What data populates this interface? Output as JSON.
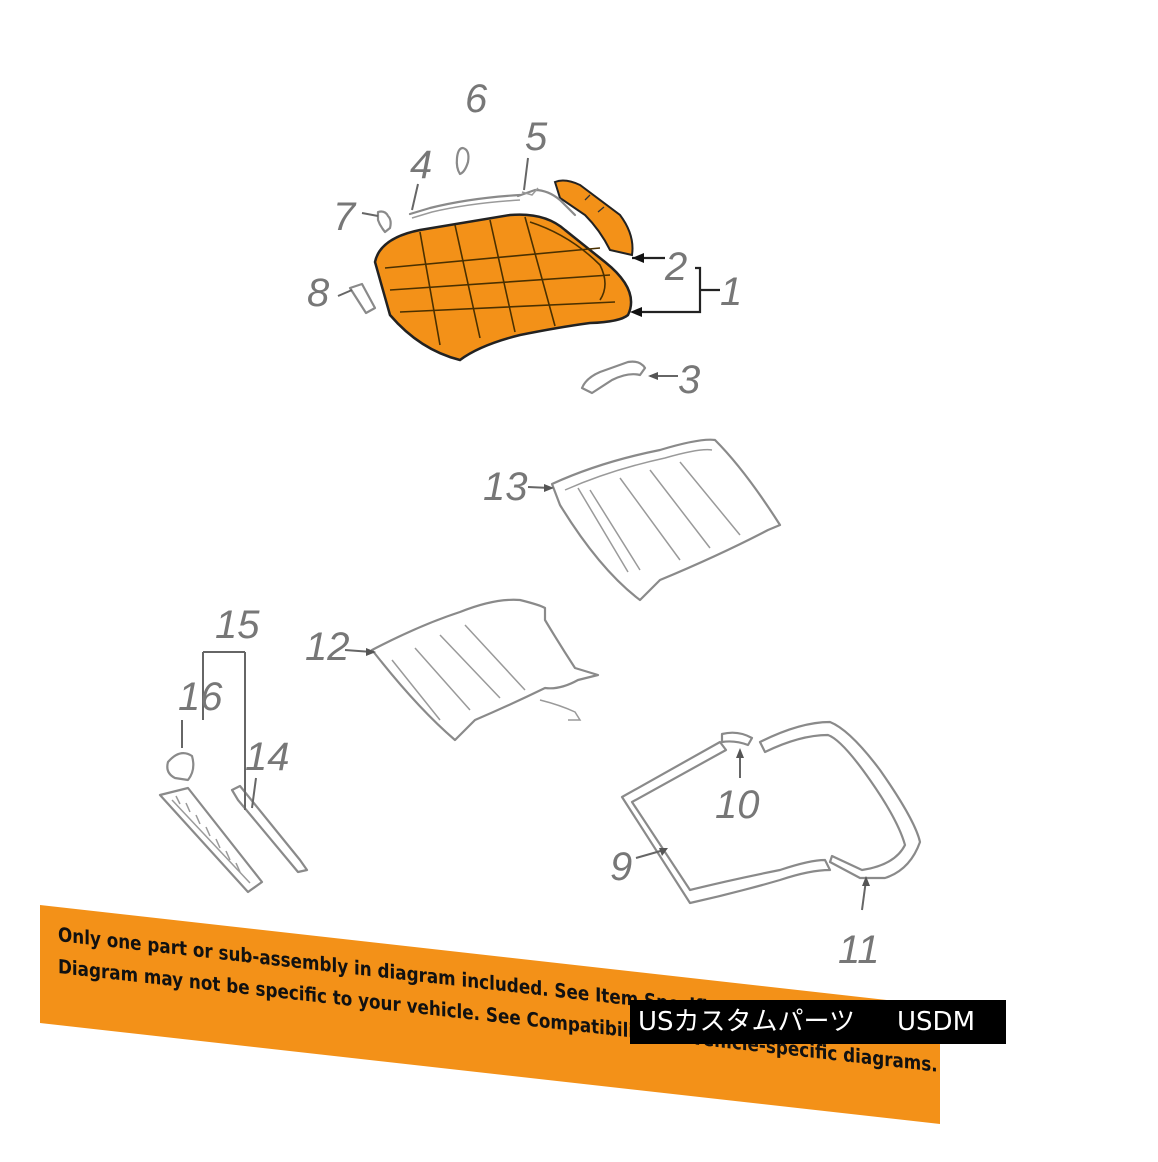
{
  "callouts": {
    "c1": "1",
    "c2": "2",
    "c3": "3",
    "c4": "4",
    "c5": "5",
    "c6": "6",
    "c7": "7",
    "c8": "8",
    "c9": "9",
    "c10": "10",
    "c11": "11",
    "c12": "12",
    "c13": "13",
    "c14": "14",
    "c15": "15",
    "c16": "16"
  },
  "banner": {
    "line1": "Only one part or sub-assembly in diagram included. See Item Specifics for Reference #.",
    "line2": "Diagram may not be specific to your vehicle. See Compatibility for vehicle-specific diagrams."
  },
  "watermark": {
    "left": "USカスタムパーツ",
    "right": "USDM"
  },
  "colors": {
    "highlight": "#f39118",
    "line": "#8a8a8a",
    "banner": "#f39118"
  }
}
